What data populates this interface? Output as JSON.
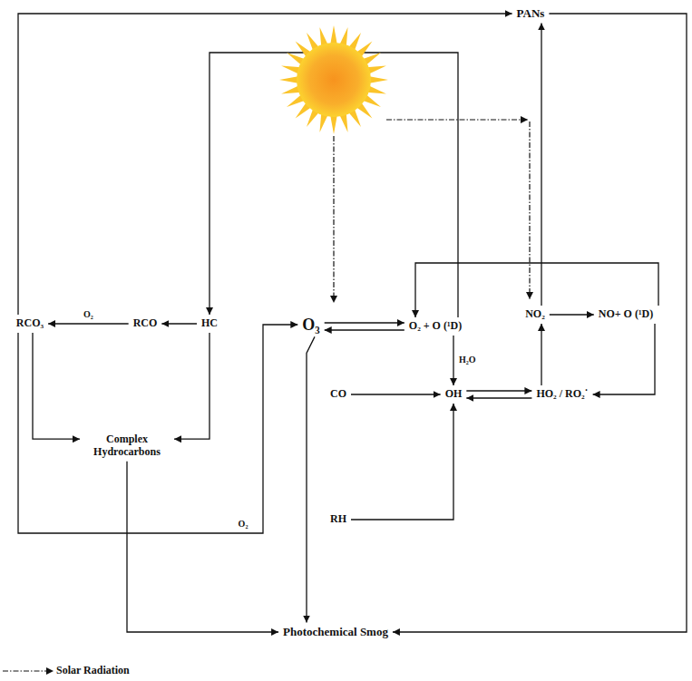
{
  "diagram": {
    "nodes": [
      {
        "text": [
          "PANs"
        ]
      },
      {
        "text": [
          "RCO₃"
        ]
      },
      {
        "text": [
          "RCO"
        ]
      },
      {
        "text": [
          "HC"
        ]
      },
      {
        "text": [
          "O₃"
        ]
      },
      {
        "text": [
          "O₂ + O (¹D)"
        ]
      },
      {
        "text": [
          "NO₂"
        ]
      },
      {
        "text": [
          "NO+ O (¹D)"
        ]
      },
      {
        "text": [
          "CO"
        ]
      },
      {
        "text": [
          "OH"
        ]
      },
      {
        "text": [
          "HO₂ / RO₂˙"
        ]
      },
      {
        "text": [
          "Complex Hydrocarbons"
        ]
      },
      {
        "text": [
          "RH"
        ]
      },
      {
        "text": [
          "Photochemical Smog"
        ]
      }
    ],
    "edges": [
      {
        "from": 1,
        "to": 0,
        "arrow": "to"
      },
      {
        "from": 6,
        "to": 0,
        "arrow": "to"
      },
      {
        "from": 0,
        "to": 13,
        "arrow": "to"
      },
      {
        "from": 5,
        "to": 3,
        "arrow": "to"
      },
      {
        "from": 3,
        "to": 2,
        "arrow": "to"
      },
      {
        "from": 2,
        "to": 1,
        "label": "O₂",
        "arrow": "to"
      },
      {
        "from": 1,
        "to": 11,
        "arrow": "to"
      },
      {
        "from": 3,
        "to": 11,
        "arrow": "to"
      },
      {
        "from": 1,
        "to": 4,
        "label": "O₂",
        "arrow": "to"
      },
      {
        "from": 4,
        "to": 5,
        "arrow": "to"
      },
      {
        "from": 5,
        "to": 4,
        "arrow": "to"
      },
      {
        "from": 5,
        "to": 9,
        "label": "H₂O",
        "arrow": "to"
      },
      {
        "from": 8,
        "to": 9,
        "arrow": "to"
      },
      {
        "from": 9,
        "to": 10,
        "arrow": "to"
      },
      {
        "from": 10,
        "to": 9,
        "arrow": "to"
      },
      {
        "from": 10,
        "to": 6,
        "arrow": "to"
      },
      {
        "from": 6,
        "to": 7,
        "arrow": "to"
      },
      {
        "from": 7,
        "to": 10,
        "arrow": "to"
      },
      {
        "from": 7,
        "to": 5,
        "arrow": "to"
      },
      {
        "from": 12,
        "to": 9,
        "arrow": "to"
      },
      {
        "from": 11,
        "to": 13,
        "arrow": "to"
      },
      {
        "from": 4,
        "to": 13,
        "arrow": "to"
      }
    ],
    "legend": [
      {
        "text": "Solar Radiation"
      }
    ]
  }
}
